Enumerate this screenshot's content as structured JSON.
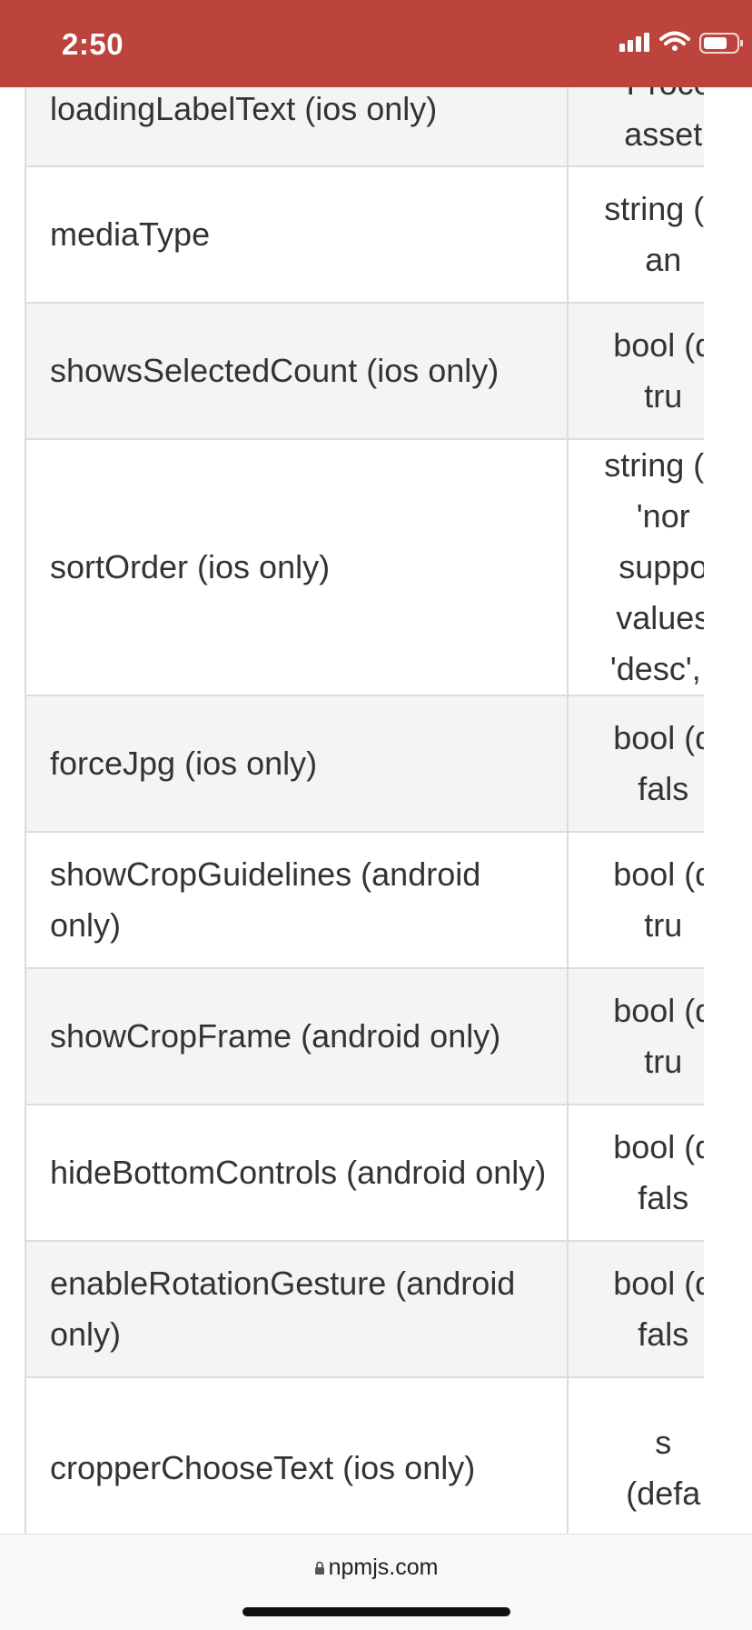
{
  "status_bar": {
    "time": "2:50",
    "accent": "#bc443d"
  },
  "table": {
    "rows": [
      {
        "prop": "loadingLabelText (ios only)",
        "type": [
          "\"Proce",
          "asset"
        ]
      },
      {
        "prop": "mediaType",
        "type": [
          "string (d",
          "an"
        ]
      },
      {
        "prop": "showsSelectedCount (ios only)",
        "type": [
          "bool (d",
          "tru"
        ]
      },
      {
        "prop": "sortOrder (ios only)",
        "type": [
          "string (d",
          "'nor",
          "suppo",
          "values",
          "'desc', '"
        ]
      },
      {
        "prop": "forceJpg (ios only)",
        "type": [
          "bool (d",
          "fals"
        ]
      },
      {
        "prop": "showCropGuidelines (android only)",
        "type": [
          "bool (d",
          "tru"
        ]
      },
      {
        "prop": "showCropFrame (android only)",
        "type": [
          "bool (d",
          "tru"
        ]
      },
      {
        "prop": "hideBottomControls (android only)",
        "type": [
          "bool (d",
          "fals"
        ]
      },
      {
        "prop": "enableRotationGesture (android only)",
        "type": [
          "bool (d",
          "fals"
        ]
      },
      {
        "prop": "cropperChooseText (ios only)",
        "type": [
          "s",
          "(defa"
        ]
      }
    ]
  },
  "browser": {
    "url": "npmjs.com",
    "lock_icon": "lock-icon"
  }
}
